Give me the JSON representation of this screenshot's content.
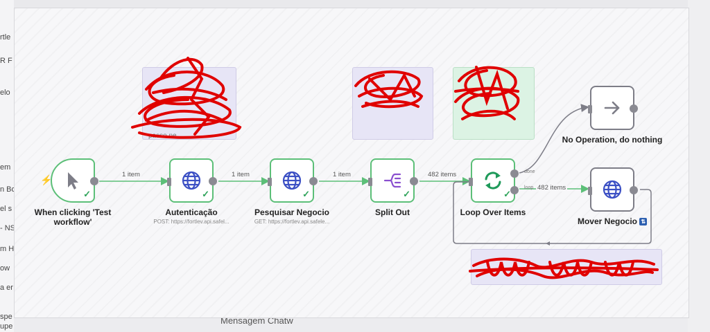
{
  "background": {
    "left_fragments": [
      "rtle",
      "R F",
      "elo",
      "em",
      "n Bo",
      "el s",
      "- NS",
      "m H",
      "ow",
      "a er",
      "spe",
      "upe"
    ],
    "bottom_text": "Mensagem Chatw"
  },
  "nodes": {
    "trigger": {
      "label": "When clicking 'Test workflow'"
    },
    "autenticacao": {
      "label": "Autenticação",
      "sublabel": "POST: https://fortlev.api.safel..."
    },
    "pesquisar": {
      "label": "Pesquisar Negocio",
      "sublabel": "GET: https://fortlev.api.safele..."
    },
    "split": {
      "label": "Split Out"
    },
    "loop": {
      "label": "Loop Over Items",
      "port_done": "done",
      "port_loop": "loop"
    },
    "noop": {
      "label": "No Operation, do nothing"
    },
    "mover": {
      "label": "Mover Negocio"
    }
  },
  "edges": {
    "e1": "1 item",
    "e2": "1 item",
    "e3": "1 item",
    "e4": "482 items",
    "e5": "482 items"
  },
  "stickies": {
    "s1": {
      "visible": "passo ne..."
    }
  },
  "colors": {
    "success": "#5cbf78",
    "globe": "#3b4fc4",
    "split": "#8a4fcf",
    "loop": "#1f9a5a",
    "scribble": "#e00000"
  }
}
